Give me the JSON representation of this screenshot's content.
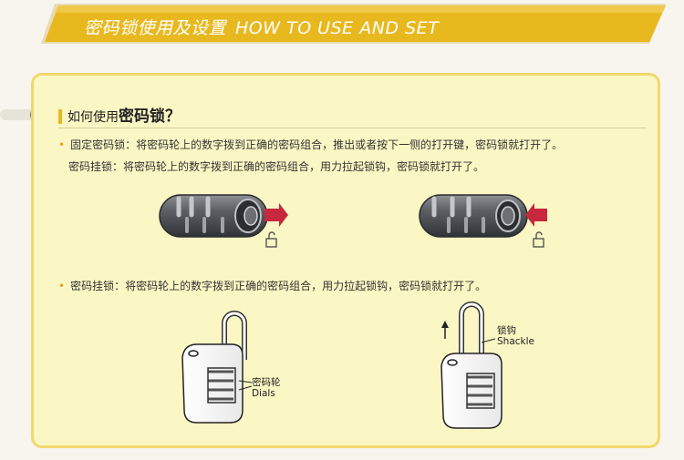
{
  "banner": {
    "title_cn": "密码锁使用及设置",
    "title_en": "HOW TO USE AND SET"
  },
  "section": {
    "heading_prefix": "如何使用",
    "heading_emphasis": "密码锁",
    "heading_suffix": "？"
  },
  "instructions": {
    "line1": "固定密码锁：将密码轮上的数字拨到正确的密码组合，推出或者按下一侧的打开键，密码锁就打开了。",
    "line2": "密码挂锁：将密码轮上的数字拨到正确的密码组合，用力拉起锁钩，密码锁就打开了。",
    "line3": "密码挂锁：将密码轮上的数字拨到正确的密码组合，用力拉起锁钩，密码锁就打开了。"
  },
  "labels": {
    "dials_cn": "密码轮",
    "dials_en": "Dials",
    "shackle_cn": "锁钩",
    "shackle_en": "Shackle"
  },
  "colors": {
    "banner_gold": "#e8b81f",
    "panel_bg": "#fbf7c4",
    "panel_border": "#f1d76e",
    "arrow_red": "#c6283d",
    "lock_body": "#4b4e52"
  },
  "icons": [
    "unlock-icon",
    "push-arrow-icon",
    "up-arrow-icon"
  ]
}
